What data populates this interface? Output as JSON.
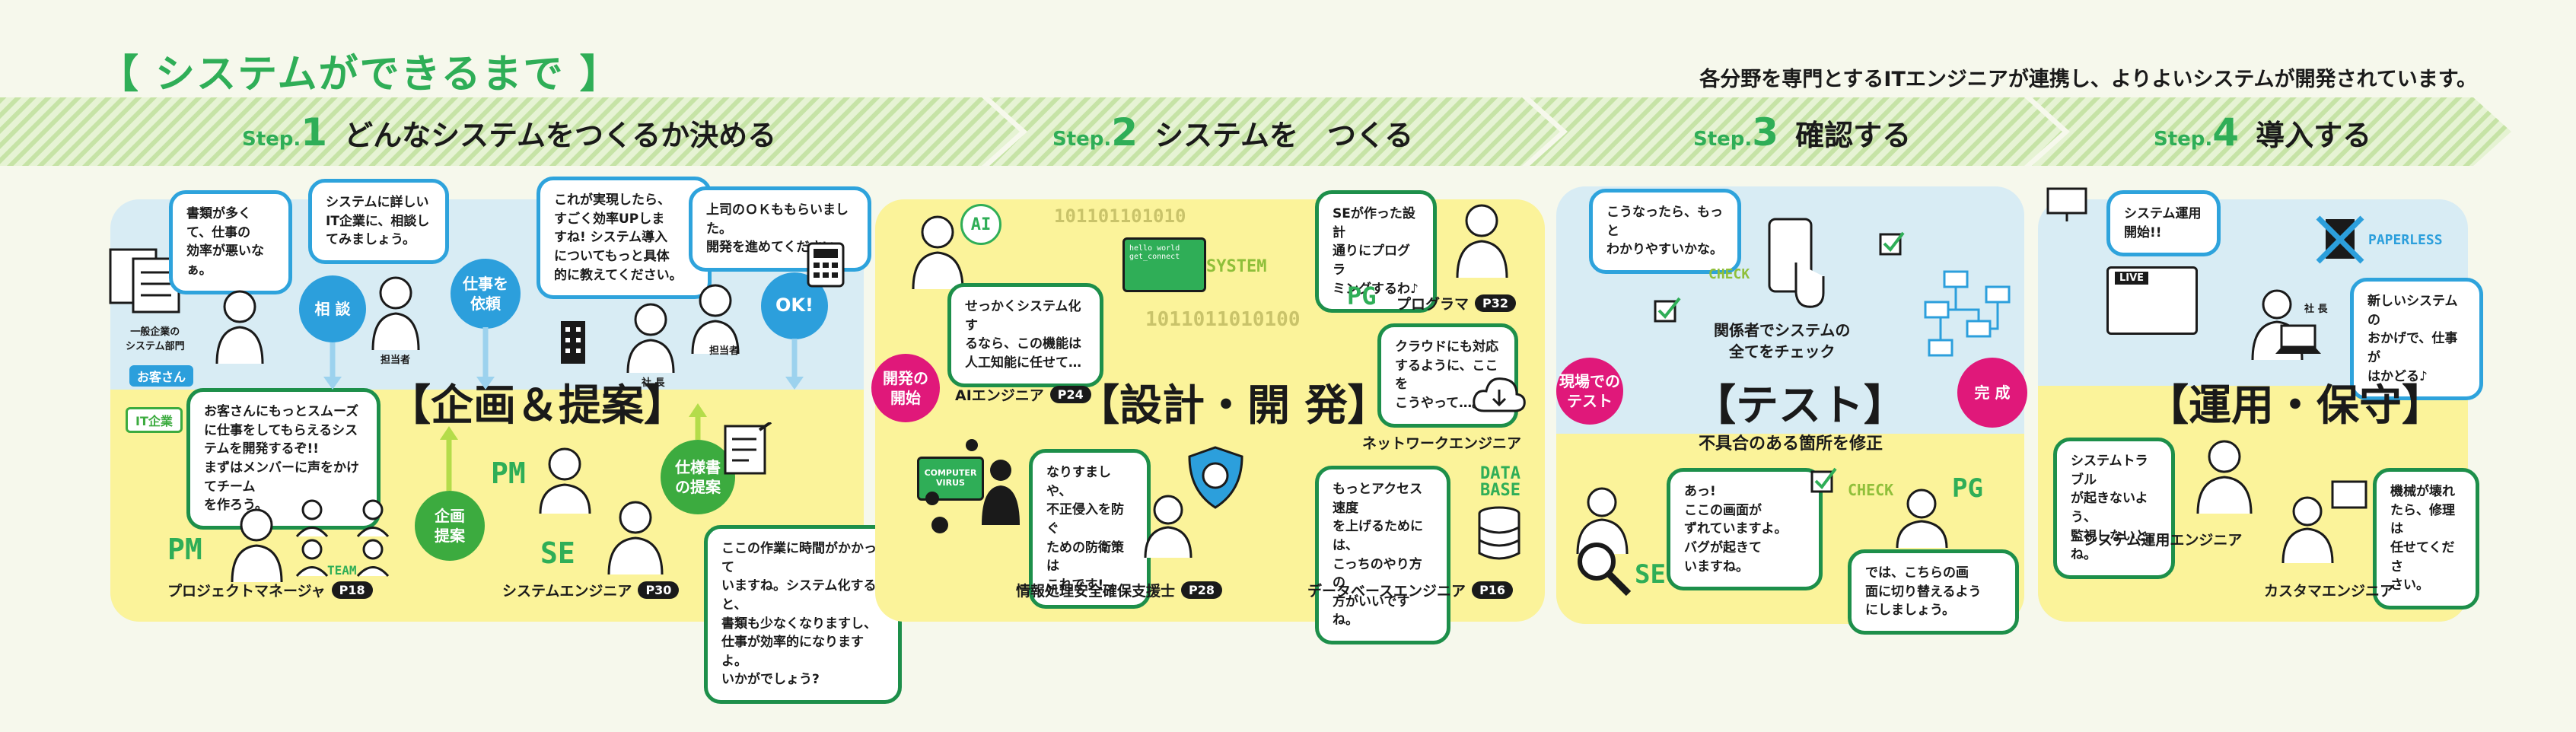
{
  "header": {
    "title": "【 システムができるまで 】",
    "subtitle": "各分野を専門とするITエンジニアが連携し、よりよいシステムが開発されています。"
  },
  "steps": [
    {
      "prefix": "Step.",
      "num": "1",
      "label": "どんなシステムをつくるか決める"
    },
    {
      "prefix": "Step.",
      "num": "2",
      "label": "システムを　つくる"
    },
    {
      "prefix": "Step.",
      "num": "3",
      "label": "確認する"
    },
    {
      "prefix": "Step.",
      "num": "4",
      "label": "導入する"
    }
  ],
  "step1": {
    "bubble_client": "書類が多く\nて、仕事の\n効率が悪いなぁ。",
    "bubble_consult": "システムに詳しい\nIT企業に、相談し\nてみましょう。",
    "bubble_realize": "これが実現したら、\nすごく効率UPしま\nすね! システム導入\nについてもっと具体\n的に教えてください。",
    "bubble_ok": "上司のＯＫももらいました。\n開発を進めてください。",
    "circle_consult": "相 談",
    "circle_request": "仕事を\n依頼",
    "circle_ok": "OK!",
    "client_dept": "一般企業の\nシステム部門",
    "client_tag": "お客さん",
    "staff_tag": "担当者",
    "staff_tag2": "担当者",
    "president_tag": "社 長",
    "it_tag": "IT企業",
    "heading": "【企画＆提案】",
    "bubble_pm": "お客さんにもっとスムーズ\nに仕事をしてもらえるシス\nテムを開発するぞ!!\nまずはメンバーに声をかけてチーム\nを作ろう。",
    "circle_plan": "企画\n提案",
    "circle_spec": "仕様書\nの提案",
    "bubble_se": "ここの作業に時間がかかって\nいますね。システム化すると、\n書類も少なくなりますし、\n仕事が効率的になりますよ。\nいかがでしょう?",
    "pm_deco": "PM",
    "team_deco": "TEAM",
    "se_deco": "SE",
    "role_pm": "プロジェクトマネージャ",
    "role_pm_page": "P18",
    "role_se": "システムエンジニア",
    "role_se_page": "P30"
  },
  "step2": {
    "ai_deco": "AI",
    "bubble_ai": "せっかくシステム化す\nるなら、この機能は\n人工知能に任せて…",
    "binary_deco": "101101101010",
    "system_deco": "SYSTEM",
    "code_deco": "hello world\nget_connect",
    "binary_deco2": "1011011010100",
    "circle_start": "開発の\n開始",
    "role_ai": "AIエンジニア",
    "role_ai_page": "P24",
    "heading": "【設計・開 発】",
    "bubble_pg": "SEが作った設計\n通りにプログラ\nミングするわ♪",
    "pg_deco": "PG",
    "role_pg": "プログラマ",
    "role_pg_page": "P32",
    "bubble_cloud": "クラウドにも対応\nするように、ここを\nこうやって…。",
    "role_network": "ネットワークエンジニア",
    "virus_deco": "COMPUTER\nVIRUS",
    "bubble_security": "なりすましや、\n不正侵入を防ぐ\nための防衛策は\nこれです!",
    "role_security": "情報処理安全確保支援士",
    "role_security_page": "P28",
    "bubble_db": "もっとアクセス速度\nを上げるためには、\nこっちのやり方の\n方がいいですね。",
    "db_deco": "DATA\nBASE",
    "role_db": "データベースエンジニア",
    "role_db_page": "P16"
  },
  "step3": {
    "bubble_check": "こうなったら、もっと\nわかりやすいかな。",
    "check_deco": "CHECK",
    "caption_check": "関係者でシステムの\n全てをチェック",
    "circle_test": "現場での\nテスト",
    "heading": "【テスト】",
    "circle_done": "完 成",
    "caption_fix": "不具合のある箇所を修正",
    "bubble_se": "あっ!\nここの画面が\nずれていますよ。",
    "bubble_bug": "バグが起きて\nいますね。",
    "se_deco": "SE",
    "check_deco2": "CHECK",
    "pg_deco": "PG",
    "bubble_pg": "では、こちらの画\n面に切り替えるよう\nにしましょう。"
  },
  "step4": {
    "bubble_launch": "システム運用\n開始!!",
    "paperless_deco": "PAPERLESS",
    "live_deco": "LIVE",
    "president_tag": "社 長",
    "bubble_president": "新しいシステムの\nおかげで、仕事が\nはかどる♪",
    "heading": "【運用・保守】",
    "bubble_ops": "システムトラブル\nが起きないよう、\n監視しないとね。",
    "role_ops": "システム運用エンジニア",
    "bubble_ce": "機械が壊れ\nたら、修理は\n任せてくださ\nさい。",
    "role_ce": "カスタマエンジニア"
  },
  "colors": {
    "green": "#2fae57",
    "blue": "#2c9fdc",
    "pink": "#e0187a",
    "yellow": "#fbf39a",
    "light_blue": "#d8ecf4"
  }
}
